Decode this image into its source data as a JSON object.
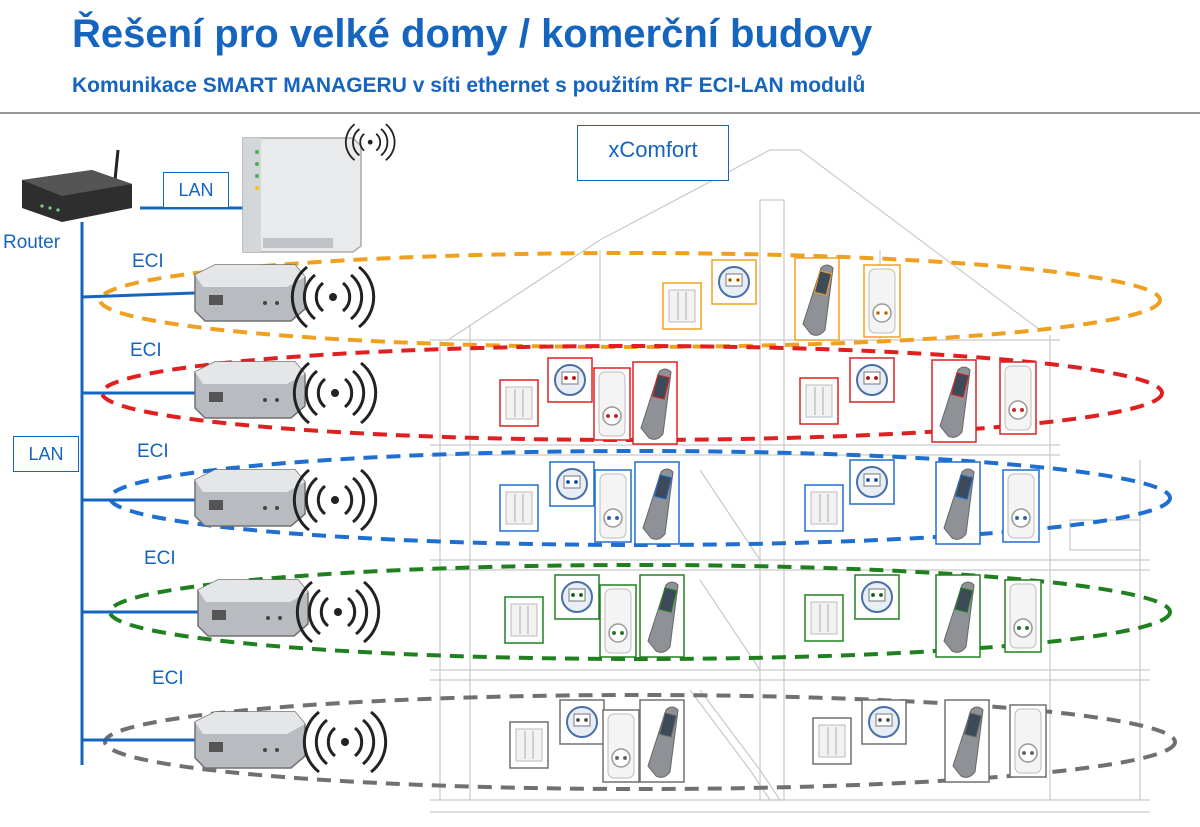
{
  "title": "Řešení pro velké domy / komerční budovy",
  "subtitle": "Komunikace SMART MANAGERU v síti ethernet s použitím RF ECI-LAN modulů",
  "labels": {
    "xcomfort": "xComfort",
    "lan_top": "LAN",
    "lan_left": "LAN",
    "router": "Router",
    "eci": [
      "ECI",
      "ECI",
      "ECI",
      "ECI",
      "ECI"
    ]
  },
  "colors": {
    "title": "#1565c0",
    "network_line": "#1565c0",
    "floor_rings": [
      "#f0a020",
      "#e02020",
      "#1e6fd0",
      "#208020",
      "#707070"
    ]
  },
  "icons": [
    "router-icon",
    "smart-manager-icon",
    "eci-lan-module-icon",
    "wireless-signal-icon",
    "wall-switch-icon",
    "actuator-icon",
    "plug-socket-icon",
    "remote-control-icon"
  ]
}
